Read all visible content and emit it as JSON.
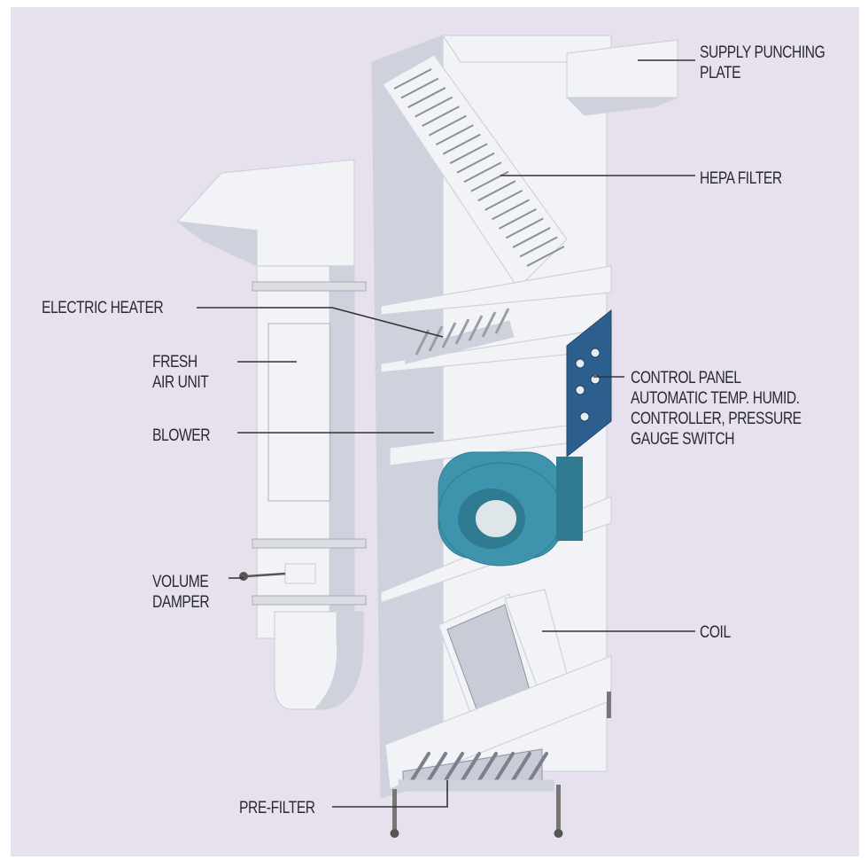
{
  "diagram": {
    "colors": {
      "background": "#e6e1ec",
      "cabinet": "#f2f3f6",
      "cabinet_shadow": "#cfd2dc",
      "blower": "#3f94ad",
      "control_panel": "#2c5f8e",
      "leader": "#333333"
    },
    "labels": {
      "supply_punching_plate": [
        "SUPPLY PUNCHING",
        "PLATE"
      ],
      "hepa_filter": "HEPA FILTER",
      "electric_heater": "ELECTRIC HEATER",
      "fresh_air_unit": [
        "FRESH",
        "AIR UNIT"
      ],
      "blower": "BLOWER",
      "control_panel": [
        "CONTROL PANEL",
        "AUTOMATIC TEMP. HUMID.",
        "CONTROLLER, PRESSURE",
        "GAUGE SWITCH"
      ],
      "volume_damper": [
        "VOLUME",
        "DAMPER"
      ],
      "coil": "COIL",
      "pre_filter": "PRE-FILTER"
    }
  }
}
